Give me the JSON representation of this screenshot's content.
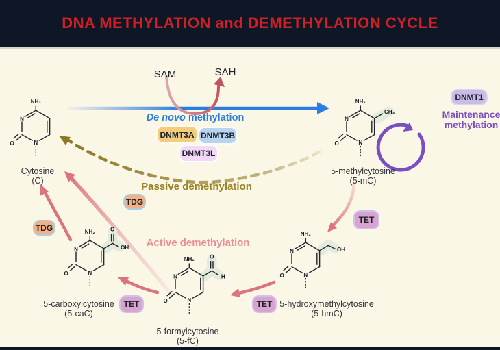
{
  "header": {
    "title": "DNA METHYLATION and DEMETHYLATION CYCLE",
    "bg_color": "#0e1726",
    "title_color": "#d21f26"
  },
  "cofactors": {
    "sam": "SAM",
    "sah": "SAH"
  },
  "pathways": {
    "de_novo": {
      "italic": "De novo",
      "rest": " methylation",
      "color": "#2b7de1"
    },
    "maintenance": {
      "line1": "Maintenance",
      "line2": "methylation",
      "color": "#7b4fc1"
    },
    "passive": {
      "label": "Passive demethylation",
      "color": "#9a8322"
    },
    "active": {
      "label": "Active demethylation",
      "color": "#ec8d95"
    }
  },
  "enzymes": {
    "dnmt1": {
      "label": "DNMT1",
      "fill": "#c9bce7"
    },
    "dnmt3a": {
      "label": "DNMT3A",
      "fill": "#f2ce7c"
    },
    "dnmt3b": {
      "label": "DNMT3B",
      "fill": "#b9d4ef"
    },
    "dnmt3l": {
      "label": "DNMT3L",
      "fill": "#f3d9f5"
    },
    "tdg": {
      "label": "TDG",
      "fill": "#f5b183"
    },
    "tet": {
      "label": "TET",
      "fill": "#d9a3cf"
    }
  },
  "molecules": {
    "cytosine": {
      "name": "Cytosine",
      "abbr": "(C)"
    },
    "five_mc": {
      "name": "5-methylcytosine",
      "abbr": "(5-mC)"
    },
    "five_hmc": {
      "name": "5-hydroxymethylcytosine",
      "abbr": "(5-hmC)"
    },
    "five_fc": {
      "name": "5-formylcytosine",
      "abbr": "(5-fC)"
    },
    "five_cac": {
      "name": "5-carboxylcytosine",
      "abbr": "(5-caC)"
    }
  },
  "atoms": {
    "nh2": "NH₂",
    "n": "N",
    "o": "O",
    "oh": "OH",
    "ch3": "CH₃",
    "h": "H"
  },
  "arrow_colors": {
    "de_novo_blue": "#2b7de1",
    "sam_sah_rose": "#c4525e",
    "maintenance_purple": "#7a4fc1",
    "passive_olive": "#8a7824",
    "active_pink": "#dc747e"
  }
}
